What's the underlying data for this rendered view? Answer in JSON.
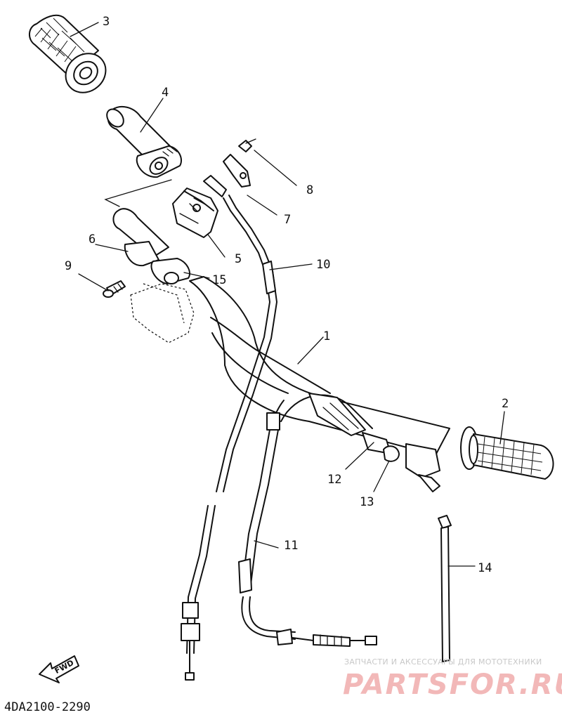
{
  "diagram": {
    "part_code": "4DA2100-2290",
    "fwd_label": "FWD",
    "callouts": {
      "c1": "1",
      "c2": "2",
      "c3": "3",
      "c4": "4",
      "c5": "5",
      "c6": "6",
      "c7": "7",
      "c8": "8",
      "c9": "9",
      "c10": "10",
      "c11": "11",
      "c12": "12",
      "c13": "13",
      "c14": "14",
      "c15": "15"
    }
  },
  "watermark": {
    "tagline": "ЗАПЧАСТИ И АКСЕССУАРЫ ДЛЯ МОТОТЕХНИКИ",
    "brand": "PARTSFOR.RU",
    "color": "#f2b8b8"
  }
}
